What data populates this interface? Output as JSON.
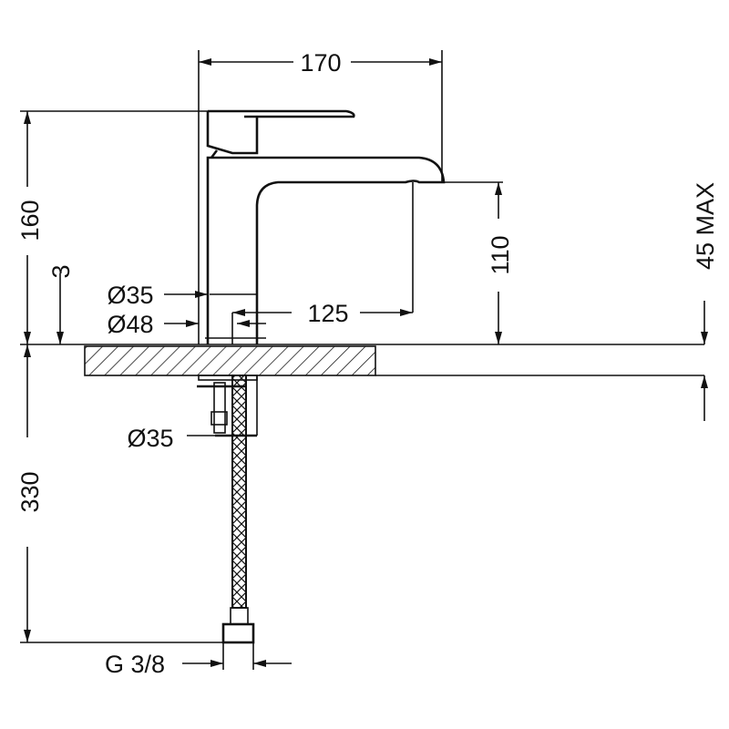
{
  "drawing": {
    "colors": {
      "line": "#111111",
      "background": "#ffffff"
    },
    "dimensions": {
      "total_width": "170",
      "total_height": "160",
      "spout_height": "110",
      "counter_thickness": "45 MAX",
      "base_offset": "3",
      "body_diameter": "Ø35",
      "base_diameter": "Ø48",
      "spout_reach": "125",
      "shank_diameter": "Ø35",
      "hose_length": "330",
      "hose_thread": "G 3/8"
    }
  }
}
